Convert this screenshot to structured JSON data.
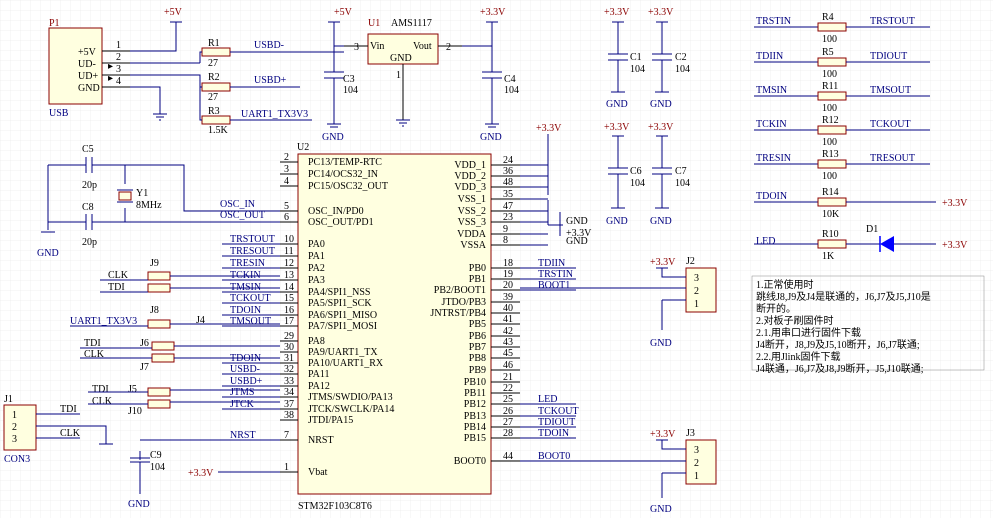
{
  "colors": {
    "wire": "#000080",
    "body": "#ffffe0",
    "outline": "#8b0000",
    "text": "#000000",
    "led": "#0000ff"
  },
  "power": {
    "v5": "+5V",
    "v33": "+3.3V",
    "gnd": "GND"
  },
  "p1": {
    "ref": "P1",
    "name": "USB",
    "pins": [
      "+5V",
      "UD-",
      "UD+",
      "GND"
    ],
    "numbers": [
      "1",
      "2",
      "3",
      "4"
    ]
  },
  "resistors": [
    {
      "ref": "R1",
      "value": "27",
      "net": "USBD-"
    },
    {
      "ref": "R2",
      "value": "27",
      "net": "USBD+"
    },
    {
      "ref": "R3",
      "value": "1.5K",
      "net": "UART1_TX3V3"
    }
  ],
  "u1": {
    "ref": "U1",
    "name": "AMS1117",
    "vin": "Vin",
    "vout": "Vout",
    "gnd": "GND",
    "pin_in": "3",
    "pin_out": "2",
    "pin_gnd": "1"
  },
  "caps": [
    {
      "ref": "C3",
      "value": "104"
    },
    {
      "ref": "C4",
      "value": "104"
    },
    {
      "ref": "C1",
      "value": "104"
    },
    {
      "ref": "C2",
      "value": "104"
    },
    {
      "ref": "C6",
      "value": "104"
    },
    {
      "ref": "C7",
      "value": "104"
    },
    {
      "ref": "C5",
      "value": "20p"
    },
    {
      "ref": "C8",
      "value": "20p"
    },
    {
      "ref": "C9",
      "value": "104"
    }
  ],
  "crystal": {
    "ref": "Y1",
    "value": "8MHz"
  },
  "u2": {
    "ref": "U2",
    "part": "STM32F103C8T6",
    "left_pins": [
      {
        "num": "2",
        "name": "PC13/TEMP-RTC",
        "net": ""
      },
      {
        "num": "3",
        "name": "PC14/OCS32_IN",
        "net": ""
      },
      {
        "num": "4",
        "name": "PC15/OSC32_OUT",
        "net": ""
      },
      {
        "num": "5",
        "name": "OSC_IN/PD0",
        "net": "OSC_IN"
      },
      {
        "num": "6",
        "name": "OSC_OUT/PD1",
        "net": "OSC_OUT"
      },
      {
        "num": "10",
        "name": "PA0",
        "net": "TRSTOUT"
      },
      {
        "num": "11",
        "name": "PA1",
        "net": "TRESOUT"
      },
      {
        "num": "12",
        "name": "PA2",
        "net": "TRESIN"
      },
      {
        "num": "13",
        "name": "PA3",
        "net": "TCKIN"
      },
      {
        "num": "14",
        "name": "PA4/SPI1_NSS",
        "net": "TMSIN"
      },
      {
        "num": "15",
        "name": "PA5/SPI1_SCK",
        "net": "TCKOUT"
      },
      {
        "num": "16",
        "name": "PA6/SPI1_MISO",
        "net": "TDOIN"
      },
      {
        "num": "17",
        "name": "PA7/SPI1_MOSI",
        "net": "TMSOUT"
      },
      {
        "num": "29",
        "name": "PA8",
        "net": ""
      },
      {
        "num": "30",
        "name": "PA9/UART1_TX",
        "net": ""
      },
      {
        "num": "31",
        "name": "PA10/UART1_RX",
        "net": "TDOIN"
      },
      {
        "num": "32",
        "name": "PA11",
        "net": "USBD-"
      },
      {
        "num": "33",
        "name": "PA12",
        "net": "USBD+"
      },
      {
        "num": "34",
        "name": "JTMS/SWDIO/PA13",
        "net": "JTMS"
      },
      {
        "num": "37",
        "name": "JTCK/SWCLK/PA14",
        "net": "JTCK"
      },
      {
        "num": "38",
        "name": "JTDI/PA15",
        "net": ""
      },
      {
        "num": "7",
        "name": "NRST",
        "net": "NRST"
      },
      {
        "num": "1",
        "name": "Vbat",
        "net": ""
      }
    ],
    "right_pins": [
      {
        "num": "24",
        "name": "VDD_1",
        "net": ""
      },
      {
        "num": "36",
        "name": "VDD_2",
        "net": ""
      },
      {
        "num": "48",
        "name": "VDD_3",
        "net": ""
      },
      {
        "num": "35",
        "name": "VSS_1",
        "net": ""
      },
      {
        "num": "47",
        "name": "VSS_2",
        "net": ""
      },
      {
        "num": "23",
        "name": "VSS_3",
        "net": ""
      },
      {
        "num": "9",
        "name": "VDDA",
        "net": ""
      },
      {
        "num": "8",
        "name": "VSSA",
        "net": ""
      },
      {
        "num": "18",
        "name": "PB0",
        "net": "TDIIN"
      },
      {
        "num": "19",
        "name": "PB1",
        "net": "TRSTIN"
      },
      {
        "num": "20",
        "name": "PB2/BOOT1",
        "net": "BOOT1"
      },
      {
        "num": "39",
        "name": "JTDO/PB3",
        "net": ""
      },
      {
        "num": "40",
        "name": "JNTRST/PB4",
        "net": ""
      },
      {
        "num": "41",
        "name": "PB5",
        "net": ""
      },
      {
        "num": "42",
        "name": "PB6",
        "net": ""
      },
      {
        "num": "43",
        "name": "PB7",
        "net": ""
      },
      {
        "num": "45",
        "name": "PB8",
        "net": ""
      },
      {
        "num": "46",
        "name": "PB9",
        "net": ""
      },
      {
        "num": "21",
        "name": "PB10",
        "net": ""
      },
      {
        "num": "22",
        "name": "PB11",
        "net": ""
      },
      {
        "num": "25",
        "name": "PB12",
        "net": "LED"
      },
      {
        "num": "26",
        "name": "PB13",
        "net": "TCKOUT"
      },
      {
        "num": "27",
        "name": "PB14",
        "net": "TDIOUT"
      },
      {
        "num": "28",
        "name": "PB15",
        "net": "TDOIN"
      },
      {
        "num": "44",
        "name": "BOOT0",
        "net": "BOOT0"
      }
    ]
  },
  "jumpers": [
    {
      "ref": "J9",
      "a": "CLK",
      "b": "TDI"
    },
    {
      "ref": "J8",
      "a": "UART1_TX3V3",
      "b": "J4"
    },
    {
      "ref": "J6",
      "a": "TDI",
      "b": "CLK"
    },
    {
      "ref": "J7",
      "a": "",
      "b": ""
    },
    {
      "ref": "J5",
      "a": "TDI",
      "b": "CLK"
    },
    {
      "ref": "J10",
      "a": "",
      "b": ""
    }
  ],
  "j1": {
    "ref": "J1",
    "name": "CON3",
    "pins": [
      "1",
      "2",
      "3"
    ],
    "nets": [
      "TDI",
      "",
      "CLK"
    ]
  },
  "j2": {
    "ref": "J2",
    "pins": [
      "3",
      "2",
      "1"
    ]
  },
  "j3": {
    "ref": "J3",
    "pins": [
      "3",
      "2",
      "1"
    ]
  },
  "jtag_resistors": [
    {
      "left": "TRSTIN",
      "ref": "R4",
      "value": "100",
      "right": "TRSTOUT"
    },
    {
      "left": "TDIIN",
      "ref": "R5",
      "value": "100",
      "right": "TDIOUT"
    },
    {
      "left": "TMSIN",
      "ref": "R11",
      "value": "100",
      "right": "TMSOUT"
    },
    {
      "left": "TCKIN",
      "ref": "R12",
      "value": "100",
      "right": "TCKOUT"
    },
    {
      "left": "TRESIN",
      "ref": "R13",
      "value": "100",
      "right": "TRESOUT"
    },
    {
      "left": "TDOIN",
      "ref": "R14",
      "value": "10K",
      "right": "+3.3V"
    }
  ],
  "led": {
    "net": "LED",
    "res_ref": "R10",
    "res_value": "1K",
    "ref": "D1",
    "supply": "+3.3V"
  },
  "notes": [
    "1.正常使用时",
    "跳线J8,J9及J4是联通的，J6,J7及J5,J10是",
    "断开的。",
    "2.对板子刷固件时",
    "2.1.用串口进行固件下载",
    "J4断开，J8,J9及J5,10断开，J6,J7联通;",
    "2.2.用Jlink固件下载",
    "J4联通，J6,J7及J8,J9断开，J5,J10联通;"
  ]
}
